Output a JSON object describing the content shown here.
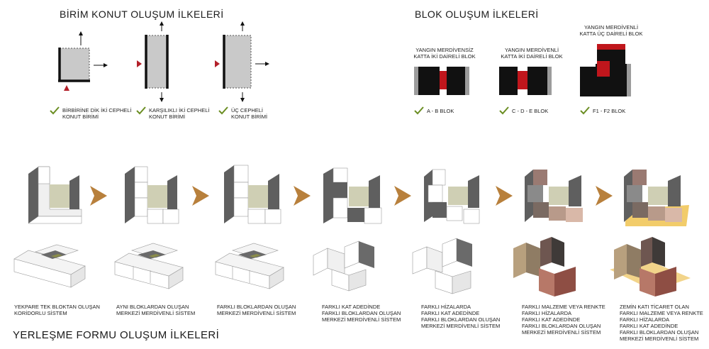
{
  "unit_section": {
    "title": "BİRİM KONUT OLUŞUM İLKELERİ",
    "items": [
      {
        "label": "BİRBİRİNE DİK İKİ CEPHELİ\nKONUT BİRİMİ"
      },
      {
        "label": "KARŞILIKLI İKİ CEPHELİ\nKONUT BİRİMİ"
      },
      {
        "label": "ÜÇ CEPHELİ\nKONUT BİRİMİ"
      }
    ]
  },
  "block_section": {
    "title": "BLOK OLUŞUM İLKELERİ",
    "items": [
      {
        "heading": "YANGIN MERDİVENSİZ\nKATTA İKİ DAİRELİ BLOK",
        "label": "A - B BLOK"
      },
      {
        "heading": "YANGIN MERDİVENLİ\nKATTA İKİ DAİRELİ BLOK",
        "label": "C - D - E BLOK"
      },
      {
        "heading": "YANGIN MERDİVENLİ\nKATTA ÜÇ DAİRELİ BLOK",
        "label": "F1 - F2 BLOK"
      }
    ]
  },
  "settlement_section": {
    "title": "YERLEŞME FORMU OLUŞUM İLKELERİ",
    "steps": [
      {
        "caption": "YEKPARE TEK BLOKTAN OLUŞAN\nKORİDORLU SİSTEM"
      },
      {
        "caption": "AYNI BLOKLARDAN OLUŞAN\nMERKEZİ MERDİVENLİ SİSTEM"
      },
      {
        "caption": "FARKLI BLOKLARDAN OLUŞAN\nMERKEZİ MERDİVENLİ SİSTEM"
      },
      {
        "caption": "FARKLI KAT ADEDİNDE\nFARKLI BLOKLARDAN OLUŞAN\nMERKEZİ MERDİVENLİ SİSTEM"
      },
      {
        "caption": "FARKLI HİZALARDA\nFARKLI KAT ADEDİNDE\nFARKLI BLOKLARDAN OLUŞAN\nMERKEZİ MERDİVENLİ SİSTEM"
      },
      {
        "caption": "FARKLI MALZEME VEYA RENKTE\nFARKLI HİZALARDA\nFARKLI KAT ADEDİNDE\nFARKLI BLOKLARDAN OLUŞAN\nMERKEZİ MERDİVENLİ SİSTEM"
      },
      {
        "caption": "ZEMİN KATI TİCARET OLAN\nFARKLI MALZEME VEYA RENKTE\nFARKLI HİZALARDA\nFARKLI KAT ADEDİNDE\nFARKLI BLOKLARDAN OLUŞAN\nMERKEZİ MERDİVENLİ SİSTEM"
      }
    ]
  },
  "colors": {
    "dark_gray": "#5f5f5f",
    "light_gray": "#c9c9c9",
    "black": "#111111",
    "red": "#c0161c",
    "check_green": "#6b8e23",
    "arrow_brown": "#b8803c",
    "courtyard": "#cfcfb4",
    "sand": "#f2cc6a"
  }
}
